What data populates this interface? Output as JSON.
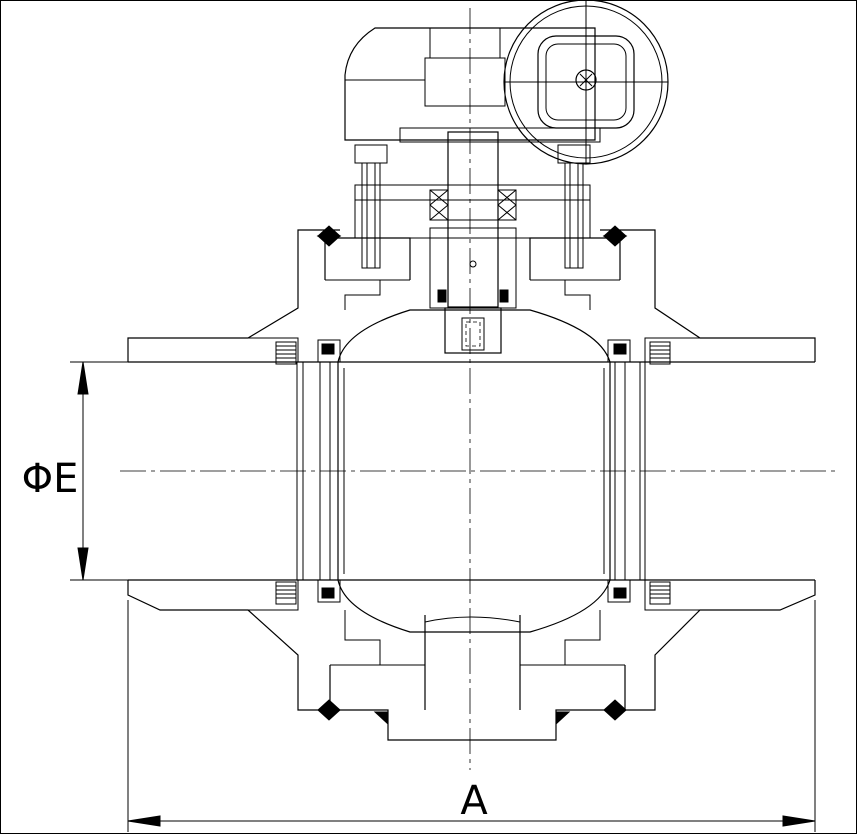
{
  "drawing": {
    "type": "ball valve section drawing",
    "dimension_labels": {
      "length": "A",
      "bore": "ΦE"
    }
  },
  "colors": {
    "line": "#000000",
    "background": "#ffffff"
  }
}
